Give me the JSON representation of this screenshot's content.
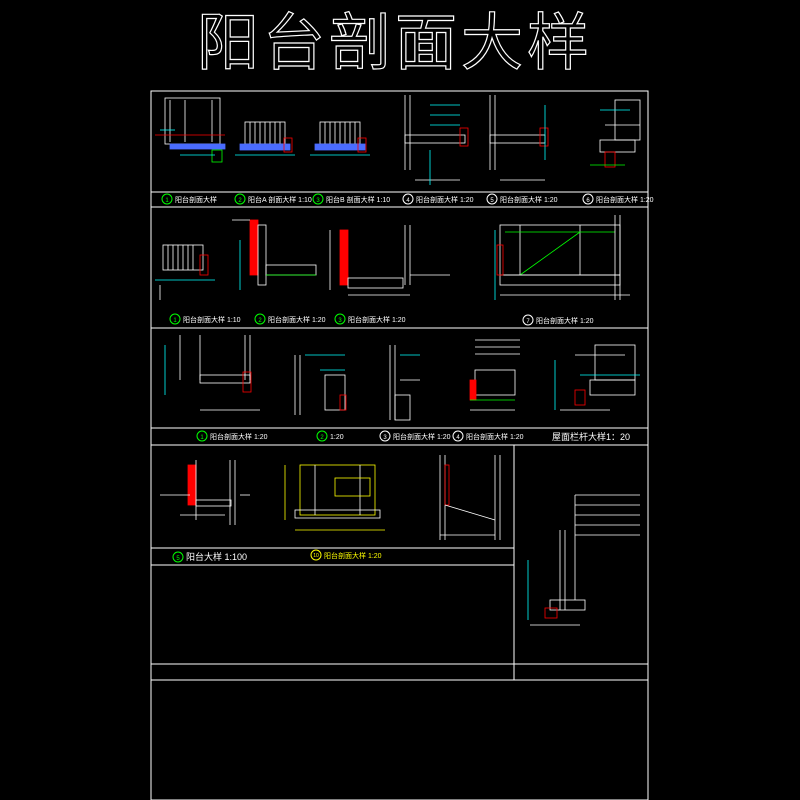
{
  "page_title": "阳台剖面大样",
  "colors": {
    "background": "#000000",
    "frame": "#ffffff",
    "detail_line": "#ffffff",
    "green": "#00ff00",
    "cyan": "#00ffff",
    "red": "#ff0000",
    "yellow": "#ffff00",
    "blue": "#4a6cff"
  },
  "row1_captions": [
    {
      "num": "1",
      "text": "阳台剖面大样"
    },
    {
      "num": "2",
      "text": "阳台A 剖面大样 1:10"
    },
    {
      "num": "3",
      "text": "阳台B 剖面大样 1:10"
    },
    {
      "num": "4",
      "text": "阳台剖面大样 1:20"
    },
    {
      "num": "5",
      "text": "阳台剖面大样 1:20"
    },
    {
      "num": "6",
      "text": "阳台剖面大样 1:20"
    }
  ],
  "row2_captions": [
    {
      "num": "1",
      "text": "阳台剖面大样 1:10"
    },
    {
      "num": "2",
      "text": "阳台剖面大样 1:20"
    },
    {
      "num": "3",
      "text": "阳台剖面大样 1:20"
    },
    {
      "num": "7",
      "text": "阳台剖面大样 1:20"
    }
  ],
  "row3_captions": [
    {
      "num": "1",
      "text": "阳台剖面大样 1:20"
    },
    {
      "num": "2",
      "text": "1:20"
    },
    {
      "num": "3",
      "text": "阳台剖面大样 1:20"
    },
    {
      "num": "4",
      "text": "阳台剖面大样 1:20"
    },
    {
      "num": "",
      "text": "屋面栏杆大样1：20"
    }
  ],
  "row4_captions": [
    {
      "num": "5",
      "text": "阳台大样 1:100"
    },
    {
      "num": "10",
      "text": "阳台剖面大样 1:20"
    }
  ]
}
